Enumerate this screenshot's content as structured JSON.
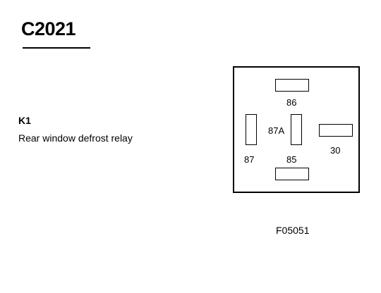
{
  "connector": {
    "title": "C2021",
    "figure_code": "F05051"
  },
  "component": {
    "id": "K1",
    "description": "Rear window defrost relay"
  },
  "pins": {
    "p86": "86",
    "p87a": "87A",
    "p87": "87",
    "p85": "85",
    "p30": "30"
  }
}
